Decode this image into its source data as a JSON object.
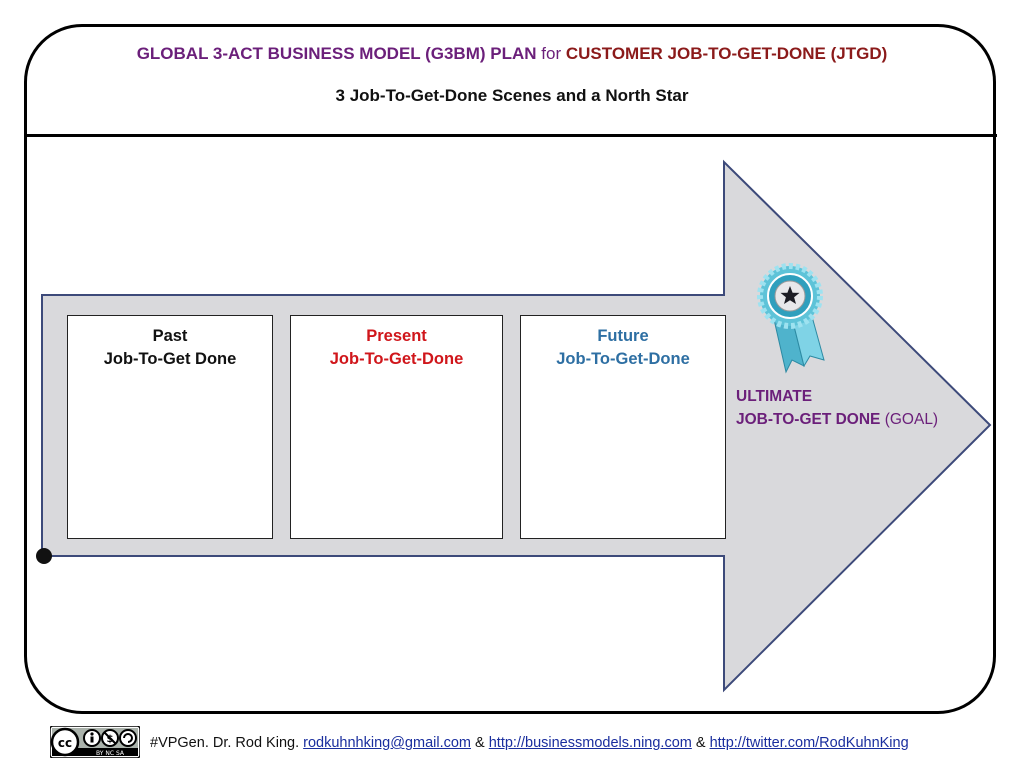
{
  "header": {
    "title_part1": "GLOBAL 3-ACT BUSINESS MODEL (G3BM) PLAN",
    "title_part2": "for",
    "title_part3": "CUSTOMER JOB-TO-GET-DONE (JTGD)",
    "subtitle": "3 Job-To-Get-Done Scenes and a North Star"
  },
  "scenes": [
    {
      "line1": "Past",
      "line2": "Job-To-Get Done",
      "color": "#111111"
    },
    {
      "line1": "Present",
      "line2": "Job-To-Get-Done",
      "color": "#d0161b"
    },
    {
      "line1": "Future",
      "line2": "Job-To-Get-Done",
      "color": "#2e6fa3"
    }
  ],
  "goal": {
    "line1": "ULTIMATE",
    "line2_bold": "JOB-TO-GET DONE",
    "line2_rest": "(GOAL)",
    "icon": "award-rosette-icon"
  },
  "footer": {
    "license_icon": "cc-by-nc-sa-icon",
    "license_sub": "BY   NC   SA",
    "prefix": "#VPGen. Dr. Rod King.",
    "email": "rodkuhnhking@gmail.com",
    "sep1": "&",
    "url1": "http://businessmodels.ning.com",
    "sep2": "&",
    "url2": "http://twitter.com/RodKuhnKing"
  },
  "colors": {
    "arrow_fill": "#d9d9dc",
    "arrow_stroke": "#3d4a7a",
    "rosette": "#5ec3d8"
  }
}
